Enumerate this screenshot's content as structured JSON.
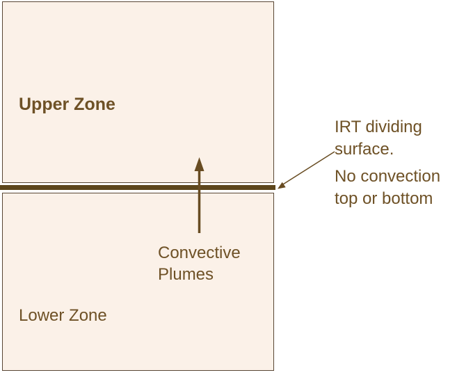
{
  "diagram": {
    "upper_zone_label": "Upper Zone",
    "lower_zone_label": "Lower Zone",
    "plumes_label": "Convective Plumes",
    "annotation_irt": "IRT dividing surface.",
    "annotation_no_convection": "No convection top or bottom"
  },
  "colors": {
    "page_bg": "#ffffff",
    "zone_fill": "#fbf1e8",
    "zone_border": "#584634",
    "divider": "#5d461c",
    "arrow": "#684c22",
    "text": "#6e5126"
  }
}
